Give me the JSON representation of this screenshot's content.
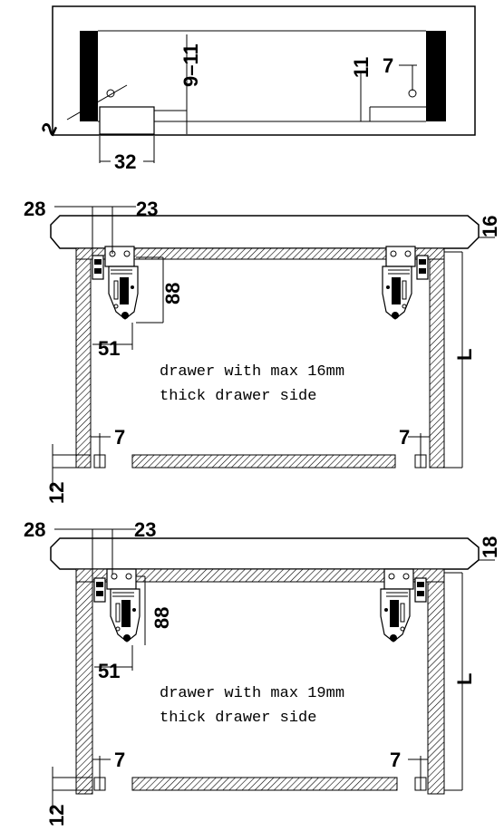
{
  "top_view": {
    "dim_hole_edge": "2",
    "dim_height": "9–11",
    "dim_offset": "11",
    "dim_hole_spacing": "7",
    "dim_width": "32"
  },
  "panels": [
    {
      "dim_left_28": "28",
      "dim_left_23": "23",
      "dim_thickness": "16",
      "dim_88": "88",
      "dim_51": "51",
      "dim_L": "L",
      "dim_7_left": "7",
      "dim_7_right": "7",
      "dim_12": "12",
      "note_line1": "drawer with max 16mm",
      "note_line2": "thick drawer side"
    },
    {
      "dim_left_28": "28",
      "dim_left_23": "23",
      "dim_thickness": "18",
      "dim_88": "88",
      "dim_51": "51",
      "dim_L": "L",
      "dim_7_left": "7",
      "dim_7_right": "7",
      "dim_12": "12",
      "note_line1": "drawer with max 19mm",
      "note_line2": "thick drawer side"
    }
  ]
}
